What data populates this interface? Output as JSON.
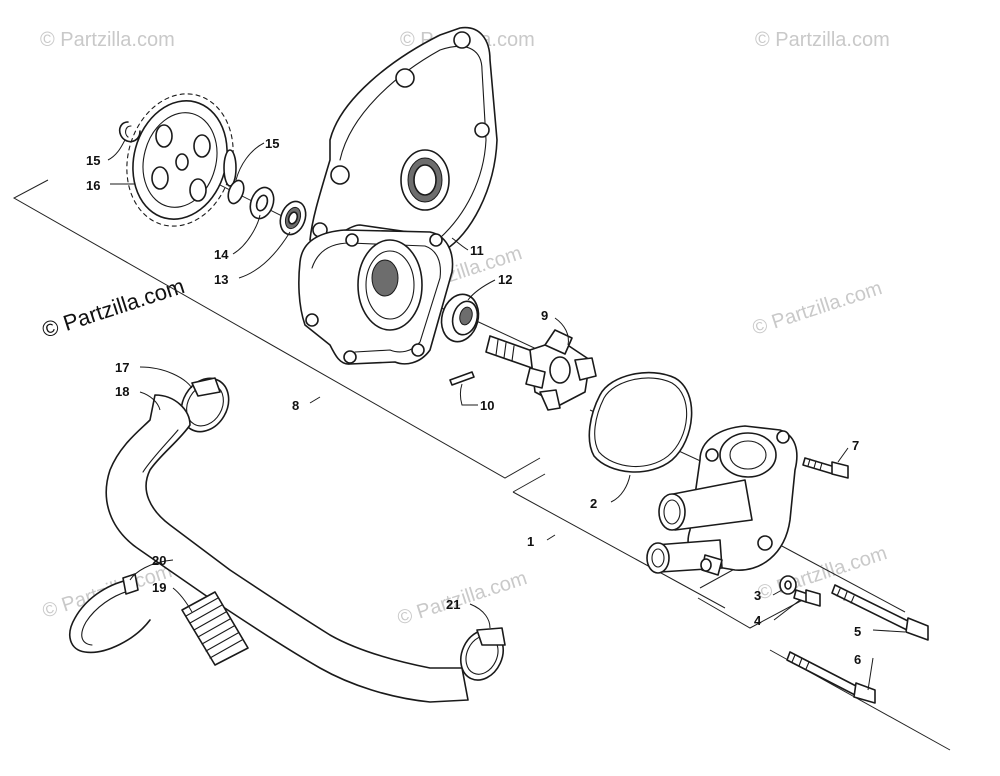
{
  "watermark": {
    "main": "© Partzilla.com",
    "faint": "© Partzilla.com"
  },
  "callouts": {
    "c1": "1",
    "c2": "2",
    "c3": "3",
    "c4": "4",
    "c5": "5",
    "c6": "6",
    "c7": "7",
    "c8": "8",
    "c9": "9",
    "c10": "10",
    "c11": "11",
    "c12": "12",
    "c13": "13",
    "c14": "14",
    "c15a": "15",
    "c15b": "15",
    "c16": "16",
    "c17": "17",
    "c18": "18",
    "c19": "19",
    "c20": "20",
    "c21": "21"
  }
}
